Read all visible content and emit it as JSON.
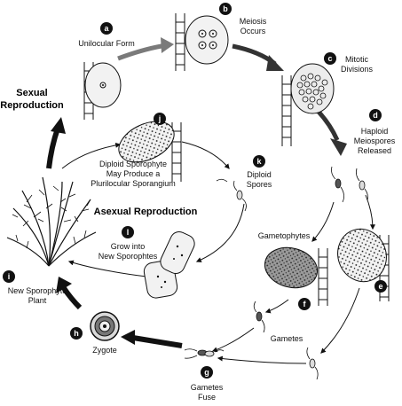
{
  "title": "",
  "headings": {
    "sexual": [
      "Sexual",
      "Reproduction"
    ],
    "asexual": "Asexual Reproduction"
  },
  "stages": [
    {
      "letter": "a",
      "lines": [
        "Unilocular Form"
      ]
    },
    {
      "letter": "b",
      "lines": [
        "Meiosis",
        "Occurs"
      ]
    },
    {
      "letter": "c",
      "lines": [
        "Mitotic",
        "Divisions"
      ]
    },
    {
      "letter": "d",
      "lines": [
        "Haploid",
        "Meiospores",
        "Released"
      ]
    },
    {
      "letter": "e",
      "lines": []
    },
    {
      "letter": "f",
      "lines": [
        "Gametophytes"
      ]
    },
    {
      "letter": "g",
      "lines": [
        "Gametes",
        "Fuse"
      ]
    },
    {
      "letter": "h",
      "lines": [
        "Zygote"
      ]
    },
    {
      "letter": "i",
      "lines": [
        "New Sporophyte",
        "Plant"
      ]
    },
    {
      "letter": "j",
      "lines": [
        "Diploid Sporophyte",
        "May Produce a",
        "Plurilocular Sporangium"
      ]
    },
    {
      "letter": "k",
      "lines": [
        "Diploid",
        "Spores"
      ]
    },
    {
      "letter": "l",
      "lines": [
        "Grow into",
        "New Sporophtes"
      ]
    }
  ],
  "extra_labels": {
    "gametes": "Gametes"
  },
  "colors": {
    "ink": "#111111",
    "arrow_gray": "#7a7a7a",
    "badge": "#111111",
    "cell_fill": "#f4f4f4",
    "dark_fill": "#8c8c8c"
  }
}
